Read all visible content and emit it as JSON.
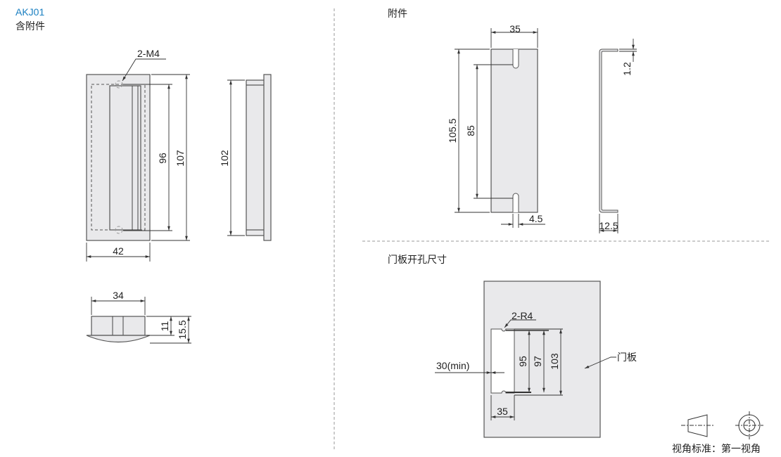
{
  "title": {
    "model": "AKJ01",
    "subtitle": "含附件",
    "accent": "#1a7fc1"
  },
  "front_view": {
    "thread_label": "2-M4",
    "dim_hole_pitch": "96",
    "dim_height": "107",
    "dim_width": "42"
  },
  "side_view": {
    "dim_height": "102"
  },
  "bottom_view": {
    "dim_width": "34",
    "dim_depth_inner": "11",
    "dim_depth_total": "15.5"
  },
  "accessory": {
    "heading": "附件",
    "dim_width": "35",
    "dim_height": "105.5",
    "dim_slot_pitch": "85",
    "dim_slot": "4.5",
    "dim_thickness": "1.2",
    "dim_bend": "12.5"
  },
  "cutout": {
    "heading": "门板开孔尺寸",
    "radius_label": "2-R4",
    "dim_95": "95",
    "dim_97": "97",
    "dim_103": "103",
    "dim_edge": "30(min)",
    "dim_width": "35",
    "panel_label": "门板"
  },
  "projection": {
    "label": "视角标准：第一视角"
  }
}
